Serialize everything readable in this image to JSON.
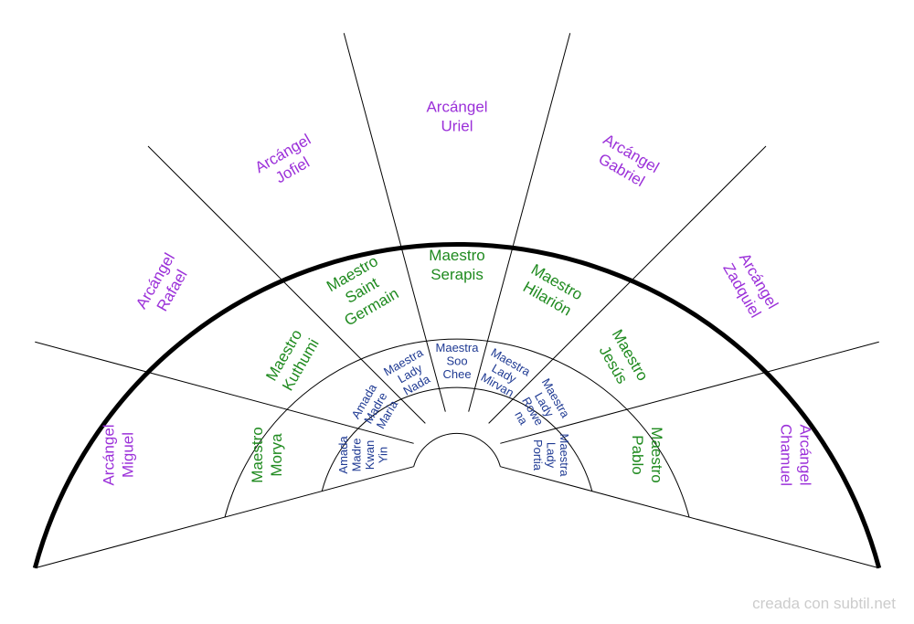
{
  "colors": {
    "outer": "#9b30d9",
    "middle": "#1f8a1f",
    "inner": "#1f3a93",
    "line": "#000000",
    "credit": "#cccccc"
  },
  "rings": {
    "outer": [
      [
        "Arcángel",
        "Miguel"
      ],
      [
        "Arcángel",
        "Rafael"
      ],
      [
        "Arcángel",
        "Jofiel"
      ],
      [
        "Arcángel",
        "Uriel"
      ],
      [
        "Arcángel",
        "Gabriel"
      ],
      [
        "Arcángel",
        "Zadquiel"
      ],
      [
        "Arcángel",
        "Chamuel"
      ]
    ],
    "middle": [
      [
        "Maestro",
        "Morya"
      ],
      [
        "Maestro",
        "Kuthumi"
      ],
      [
        "Maestro",
        "Saint",
        "Germain"
      ],
      [
        "Maestro",
        "Serapis"
      ],
      [
        "Maestro",
        "Hilarión"
      ],
      [
        "Maestro",
        "Jesús"
      ],
      [
        "Maestro",
        "Pablo"
      ]
    ],
    "inner": [
      [
        "Amada",
        "Madre",
        "Kwan",
        "Yin"
      ],
      [
        "Amada",
        "Madre",
        "María"
      ],
      [
        "Maestra",
        "Lady",
        "Nada"
      ],
      [
        "Maestra",
        "Soo",
        "Chee"
      ],
      [
        "Maestra",
        "Lady",
        "Mirvan"
      ],
      [
        "Maestra",
        "Lady",
        "Rowe",
        "na"
      ],
      [
        "Maestra",
        "Lady",
        "Portia"
      ]
    ]
  },
  "credit": "creada con subtil.net"
}
